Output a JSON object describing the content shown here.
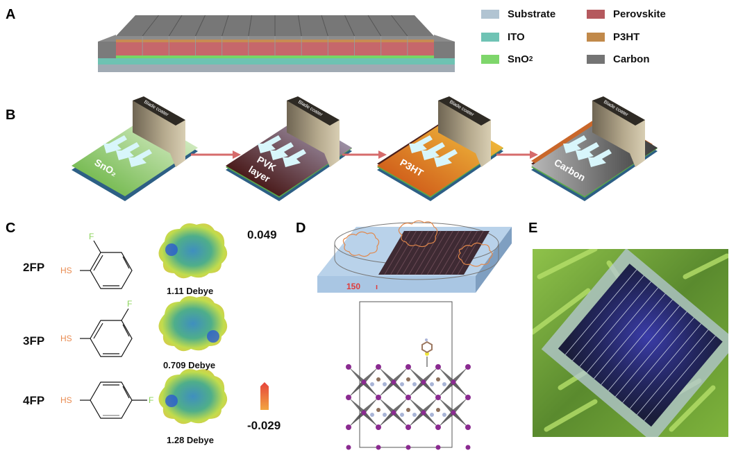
{
  "panels": {
    "A": {
      "letter": "A",
      "legend": [
        {
          "label": "Substrate",
          "color": "#b1c4d2"
        },
        {
          "label": "ITO",
          "color": "#6fc3b4"
        },
        {
          "label": "SnO",
          "sub": "2",
          "color": "#7ed66b"
        },
        {
          "label": "Perovskite",
          "color": "#b5595e"
        },
        {
          "label": "P3HT",
          "color": "#c1894a"
        },
        {
          "label": "Carbon",
          "color": "#747474"
        }
      ]
    },
    "B": {
      "letter": "B",
      "tool_label": "Blade coater",
      "steps": [
        {
          "label": "SnO₂",
          "color": "#79c04b"
        },
        {
          "label": "PVK layer",
          "line1": "PVK",
          "line2": "layer",
          "color": "#4a1f1c"
        },
        {
          "label": "P3HT",
          "color": "#d8741f"
        },
        {
          "label": "Carbon",
          "color": "#8a8a8a"
        }
      ],
      "arrow_color": "#d66b6b"
    },
    "C": {
      "letter": "C",
      "molecules": [
        {
          "name": "2FP",
          "thiol": "HS",
          "substituent": "F",
          "dipole": "1.11 Debye"
        },
        {
          "name": "3FP",
          "thiol": "HS",
          "substituent": "F",
          "dipole": "0.709 Debye"
        },
        {
          "name": "4FP",
          "thiol": "HS",
          "substituent": "F",
          "dipole": "1.28 Debye"
        }
      ],
      "scale": {
        "max": "0.049",
        "min": "-0.029"
      },
      "colors": {
        "thiol": "#e98a4f",
        "fluorine": "#8bd35a"
      }
    },
    "D": {
      "letter": "D",
      "temperature_label": "150",
      "temperature_mark": "ı"
    },
    "E": {
      "letter": "E"
    }
  }
}
